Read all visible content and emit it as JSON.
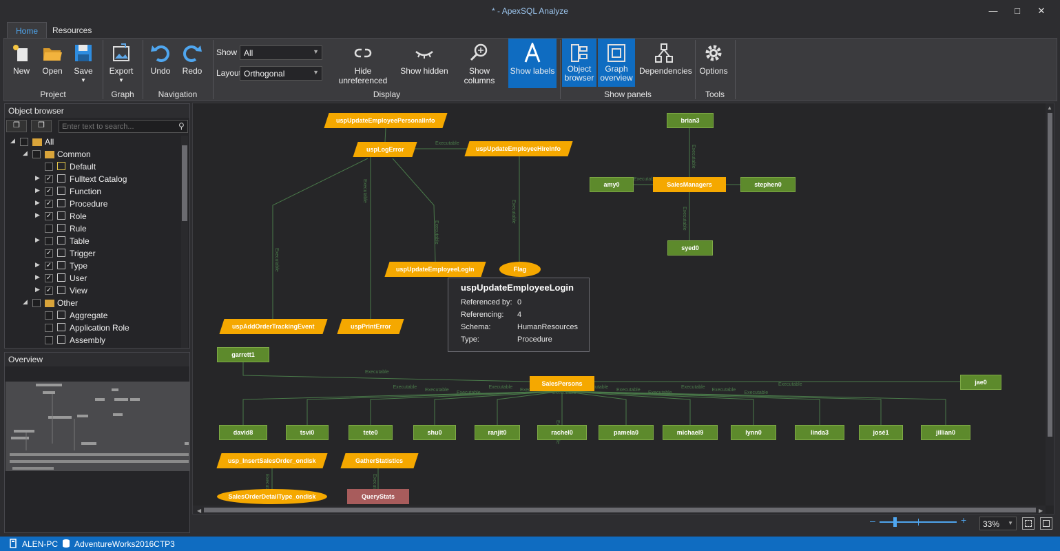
{
  "window": {
    "title": "* - ApexSQL Analyze"
  },
  "tabs": [
    {
      "label": "Home"
    },
    {
      "label": "Resources"
    }
  ],
  "ribbon": {
    "project": {
      "label": "Project",
      "new": "New",
      "open": "Open",
      "save": "Save"
    },
    "graph": {
      "label": "Graph",
      "export": "Export"
    },
    "navigation": {
      "label": "Navigation",
      "undo": "Undo",
      "redo": "Redo"
    },
    "display": {
      "label": "Display",
      "show_label": "Show",
      "show_value": "All",
      "layout_label": "Layout",
      "layout_value": "Orthogonal",
      "hide_unreferenced": "Hide unreferenced",
      "show_hidden": "Show hidden",
      "show_columns": "Show columns",
      "show_labels": "Show labels"
    },
    "show_panels": {
      "label": "Show panels",
      "object_browser_1": "Object",
      "object_browser_2": "browser",
      "graph_overview_1": "Graph",
      "graph_overview_2": "overview",
      "dependencies": "Dependencies"
    },
    "tools": {
      "label": "Tools",
      "options": "Options"
    }
  },
  "object_browser": {
    "title": "Object browser",
    "search_placeholder": "Enter text to search...",
    "tree": [
      {
        "label": "All",
        "level": 0,
        "expand": "open",
        "checked": false,
        "icon": "folder"
      },
      {
        "label": "Common",
        "level": 1,
        "expand": "open",
        "checked": false,
        "icon": "folder"
      },
      {
        "label": "Default",
        "level": 2,
        "expand": "",
        "checked": false,
        "icon": "default"
      },
      {
        "label": "Fulltext Catalog",
        "level": 2,
        "expand": "closed",
        "checked": true,
        "icon": "catalog"
      },
      {
        "label": "Function",
        "level": 2,
        "expand": "closed",
        "checked": true,
        "icon": "function"
      },
      {
        "label": "Procedure",
        "level": 2,
        "expand": "closed",
        "checked": true,
        "icon": "procedure"
      },
      {
        "label": "Role",
        "level": 2,
        "expand": "closed",
        "checked": true,
        "icon": "role"
      },
      {
        "label": "Rule",
        "level": 2,
        "expand": "",
        "checked": false,
        "icon": "rule"
      },
      {
        "label": "Table",
        "level": 2,
        "expand": "closed",
        "checked": false,
        "icon": "table"
      },
      {
        "label": "Trigger",
        "level": 2,
        "expand": "",
        "checked": true,
        "icon": "trigger"
      },
      {
        "label": "Type",
        "level": 2,
        "expand": "closed",
        "checked": true,
        "icon": "type"
      },
      {
        "label": "User",
        "level": 2,
        "expand": "closed",
        "checked": true,
        "icon": "user"
      },
      {
        "label": "View",
        "level": 2,
        "expand": "closed",
        "checked": true,
        "icon": "view"
      },
      {
        "label": "Other",
        "level": 1,
        "expand": "open",
        "checked": false,
        "icon": "folder"
      },
      {
        "label": "Aggregate",
        "level": 2,
        "expand": "",
        "checked": false,
        "icon": "aggregate"
      },
      {
        "label": "Application Role",
        "level": 2,
        "expand": "",
        "checked": false,
        "icon": "approle"
      },
      {
        "label": "Assembly",
        "level": 2,
        "expand": "",
        "checked": false,
        "icon": "assembly"
      }
    ]
  },
  "overview": {
    "title": "Overview"
  },
  "graph": {
    "edge_label": "Executable",
    "nodes": {
      "n_upuepi": "uspUpdateEmployeePersonalInfo",
      "n_uple": "uspLogError",
      "n_upuehi": "uspUpdateEmployeeHireInfo",
      "n_upuel": "uspUpdateEmployeeLogin",
      "n_flag": "Flag",
      "n_uaote": "uspAddOrderTrackingEvent",
      "n_upe": "uspPrintError",
      "n_brian3": "brian3",
      "n_amy0": "amy0",
      "n_salesmgr": "SalesManagers",
      "n_stephen0": "stephen0",
      "n_syed0": "syed0",
      "n_garrett1": "garrett1",
      "n_salespersons": "SalesPersons",
      "n_jae0": "jae0",
      "n_david8": "david8",
      "n_tsvi0": "tsvi0",
      "n_tete0": "tete0",
      "n_shu0": "shu0",
      "n_ranjit0": "ranjit0",
      "n_rachel0": "rachel0",
      "n_pamela0": "pamela0",
      "n_michael9": "michael9",
      "n_lynn0": "lynn0",
      "n_linda3": "linda3",
      "n_jose1": "josé1",
      "n_jillian0": "jillian0",
      "n_uiso": "usp_InsertSalesOrder_ondisk",
      "n_gs": "GatherStatistics",
      "n_sodt": "SalesOrderDetailType_ondisk",
      "n_qs": "QueryStats"
    }
  },
  "tooltip": {
    "title": "uspUpdateEmployeeLogin",
    "rows": [
      {
        "k": "Referenced by:",
        "v": "0"
      },
      {
        "k": "Referencing:",
        "v": "4"
      },
      {
        "k": "Schema:",
        "v": "HumanResources"
      },
      {
        "k": "Type:",
        "v": "Procedure"
      }
    ]
  },
  "zoom": {
    "value": "33%",
    "level": 0.33
  },
  "status": {
    "machine": "ALEN-PC",
    "database": "AdventureWorks2016CTP3"
  },
  "colors": {
    "accent": "#0f6cc1",
    "procedure": "#f5a800",
    "user": "#5d8a2c",
    "table": "#a85c5c",
    "edge": "#4a7a4a"
  }
}
